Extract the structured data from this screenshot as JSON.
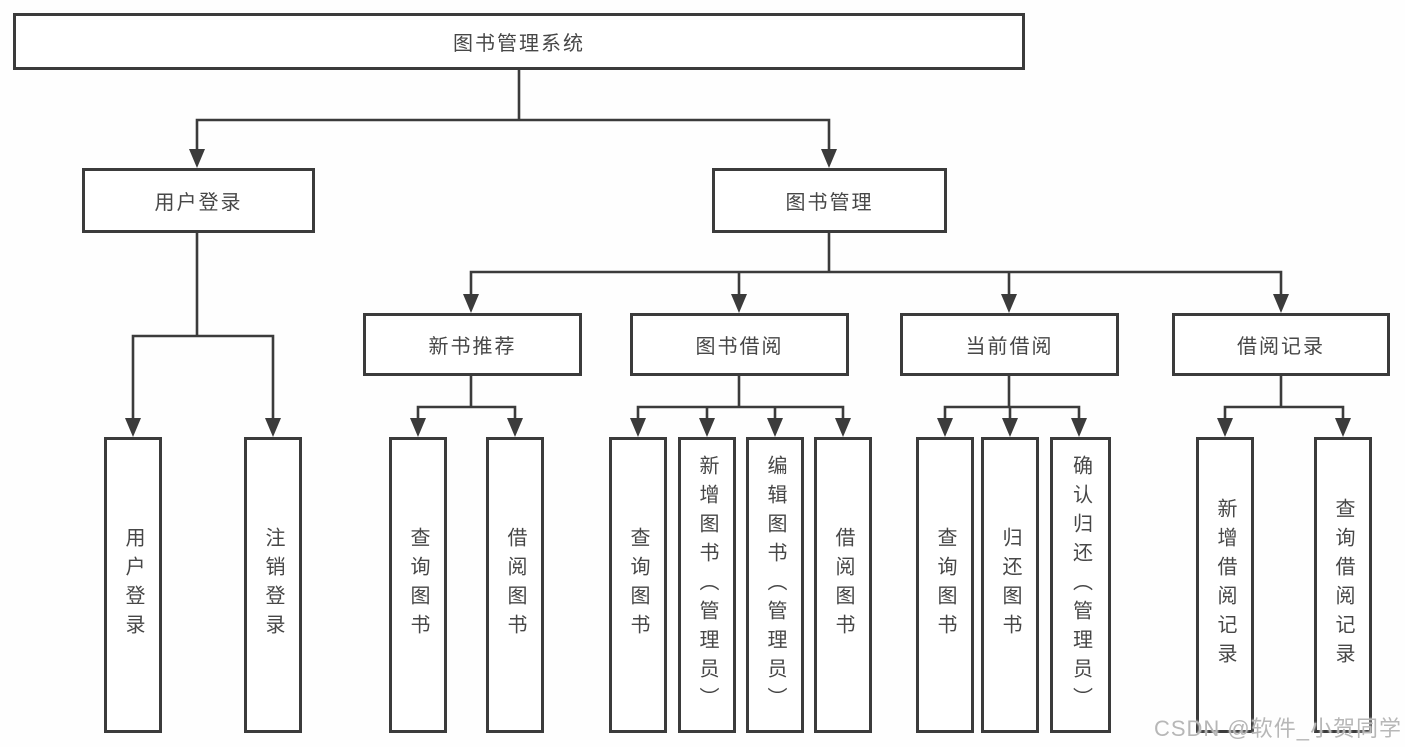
{
  "diagram_type": "hierarchy-tree",
  "style": {
    "background": "#ffffff",
    "line_color": "#3b3b3b",
    "box_border_color": "#3b3b3b",
    "text_color": "#474747",
    "watermark_color": "#b7b7b7"
  },
  "tree": {
    "label": "图书管理系统",
    "children": [
      {
        "label": "用户登录",
        "children": [
          {
            "label": "用户登录"
          },
          {
            "label": "注销登录"
          }
        ]
      },
      {
        "label": "图书管理",
        "children": [
          {
            "label": "新书推荐",
            "children": [
              {
                "label": "查询图书"
              },
              {
                "label": "借阅图书"
              }
            ]
          },
          {
            "label": "图书借阅",
            "children": [
              {
                "label": "查询图书"
              },
              {
                "label": "新增图书（管理员）"
              },
              {
                "label": "编辑图书（管理员）"
              },
              {
                "label": "借阅图书"
              }
            ]
          },
          {
            "label": "当前借阅",
            "children": [
              {
                "label": "查询图书"
              },
              {
                "label": "归还图书"
              },
              {
                "label": "确认归还（管理员）"
              }
            ]
          },
          {
            "label": "借阅记录",
            "children": [
              {
                "label": "新增借阅记录"
              },
              {
                "label": "查询借阅记录"
              }
            ]
          }
        ]
      }
    ]
  },
  "watermark": "CSDN @软件_小贺同学"
}
